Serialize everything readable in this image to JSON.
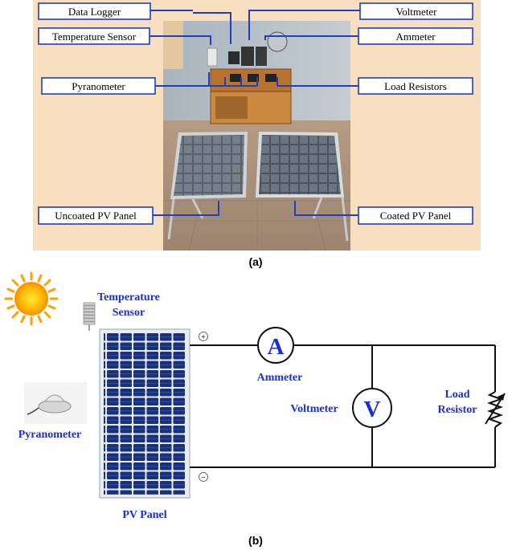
{
  "part_a": {
    "labels": {
      "data_logger": "Data Logger",
      "temperature_sensor": "Temperature Sensor",
      "pyranometer": "Pyranometer",
      "uncoated_panel": "Uncoated PV Panel",
      "voltmeter": "Voltmeter",
      "ammeter": "Ammeter",
      "load_resistors": "Load Resistors",
      "coated_panel": "Coated PV Panel"
    },
    "caption": "(a)"
  },
  "part_b": {
    "temperature_sensor_line1": "Temperature",
    "temperature_sensor_line2": "Sensor",
    "pyranometer": "Pyranometer",
    "pv_panel": "PV Panel",
    "ammeter": "Ammeter",
    "ammeter_symbol": "A",
    "voltmeter": "Voltmeter",
    "voltmeter_symbol": "V",
    "load_line1": "Load",
    "load_line2": "Resistor",
    "plus": "+",
    "minus": "−",
    "caption": "(b)"
  },
  "colors": {
    "label_blue": "#1a2fd0",
    "photo_background": "#f7dfc0"
  }
}
